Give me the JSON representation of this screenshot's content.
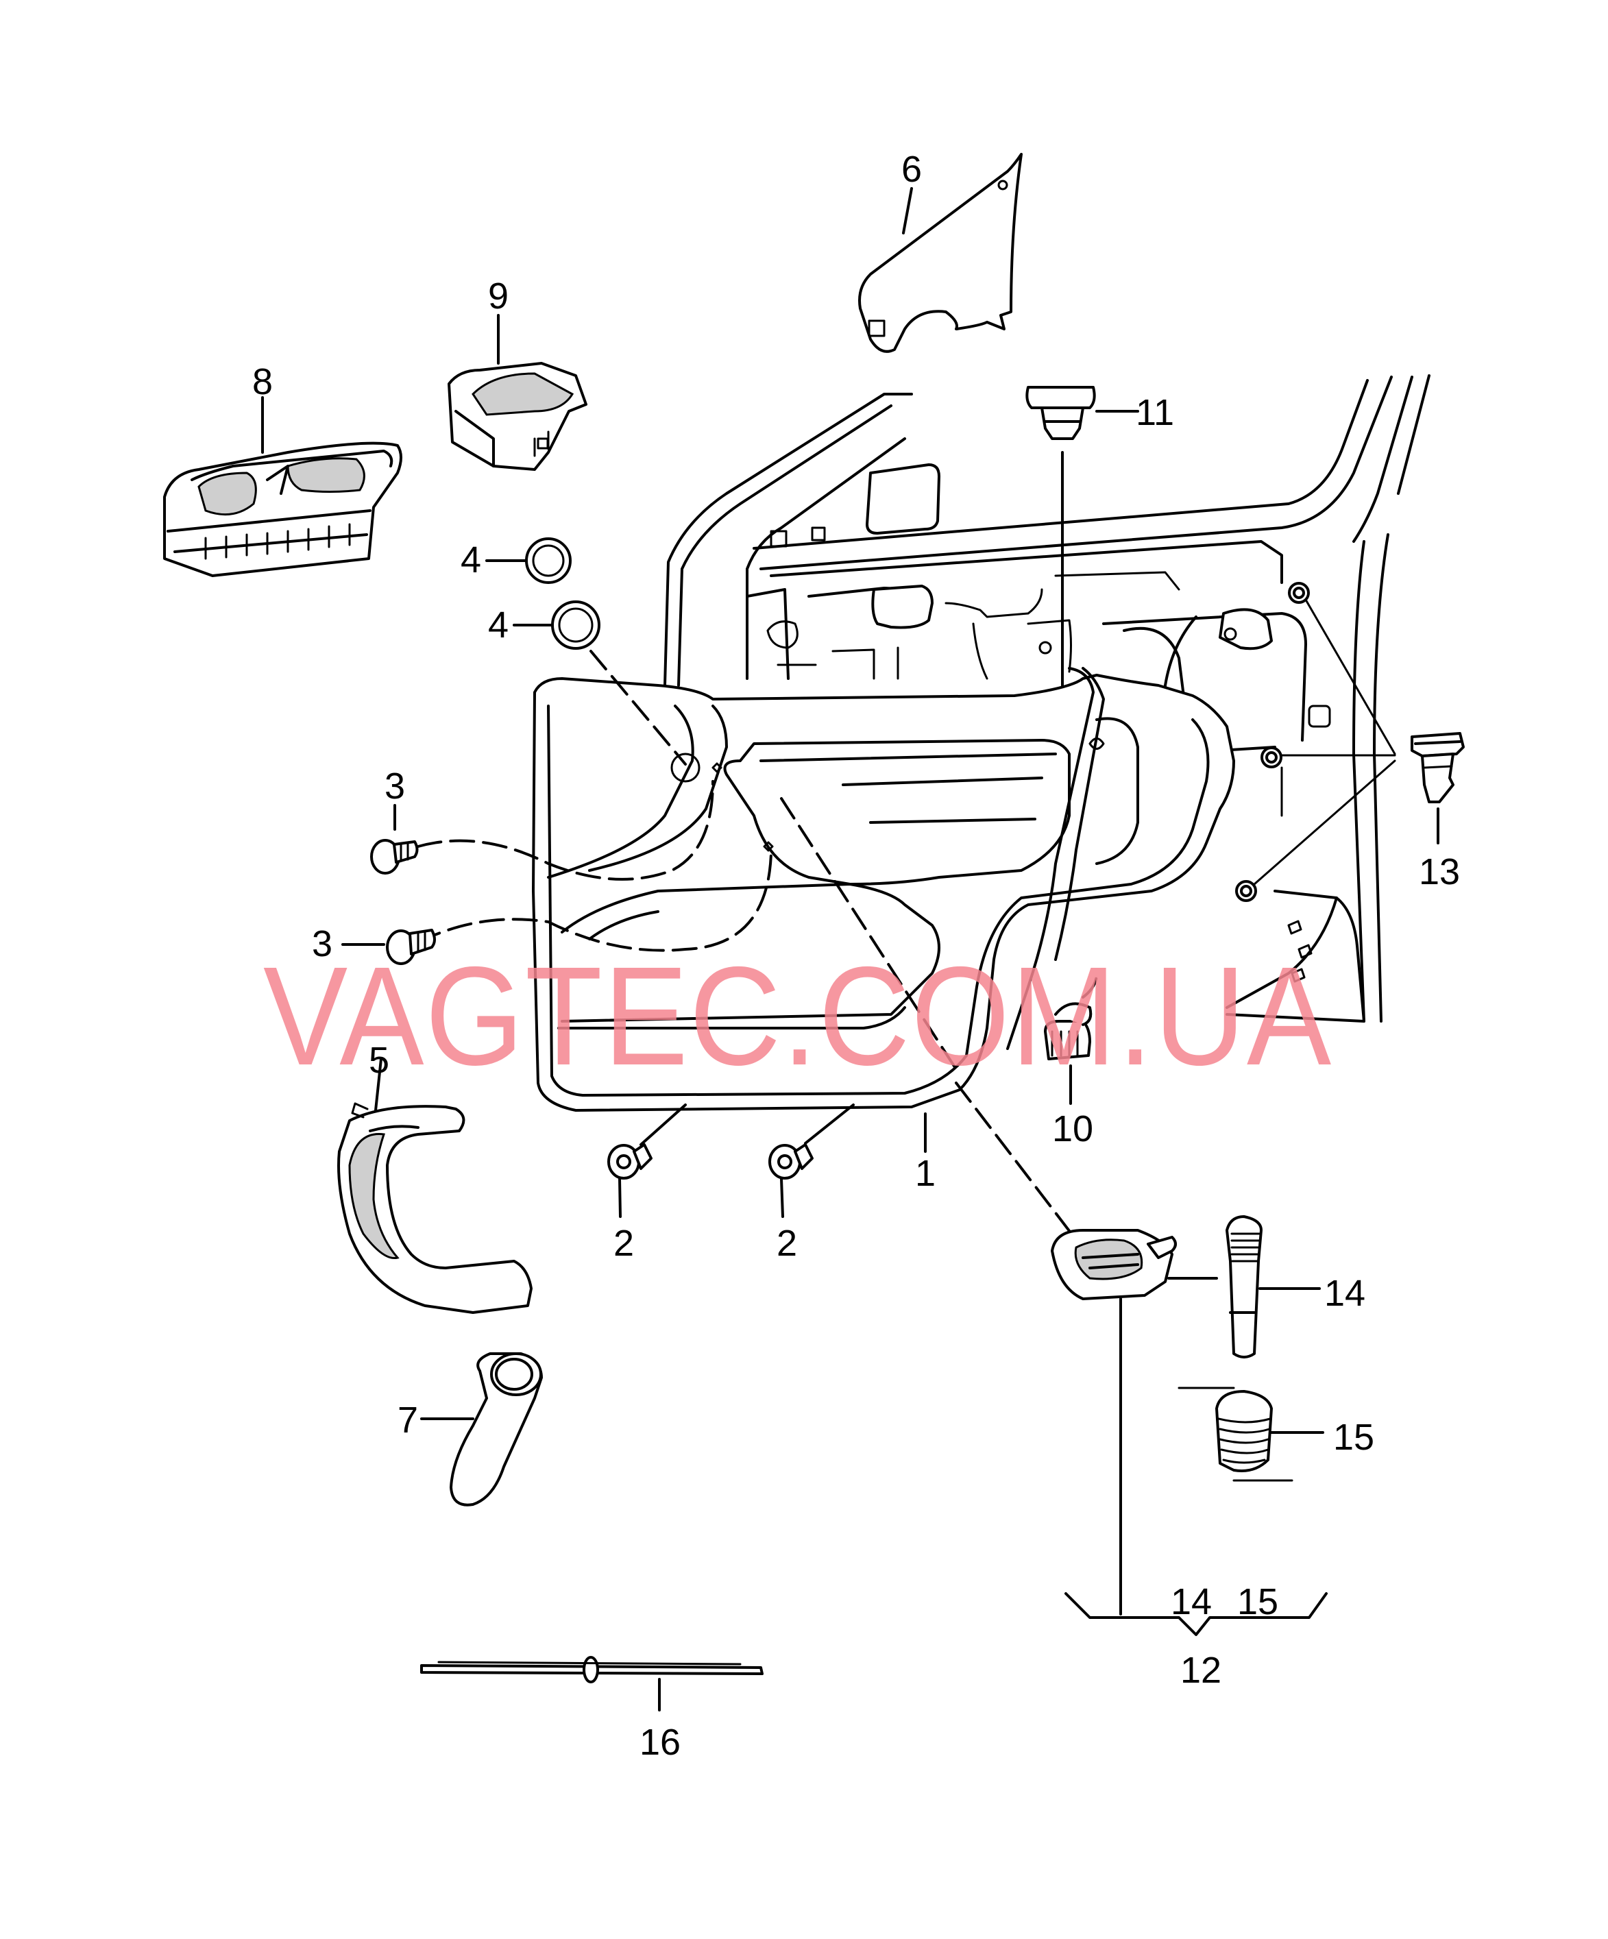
{
  "watermark": "VAGTEC.COM.UA",
  "callouts": {
    "c1": "1",
    "c2a": "2",
    "c2b": "2",
    "c3a": "3",
    "c3b": "3",
    "c4a": "4",
    "c4b": "4",
    "c5": "5",
    "c6": "6",
    "c7": "7",
    "c8": "8",
    "c9": "9",
    "c10": "10",
    "c11": "11",
    "c12": "12",
    "c13": "13",
    "c14a": "14",
    "c14b": "14",
    "c15a": "15",
    "c15b": "15",
    "c16": "16"
  },
  "colors": {
    "line": "#000000",
    "watermark": "#f4858f",
    "background": "#ffffff"
  }
}
